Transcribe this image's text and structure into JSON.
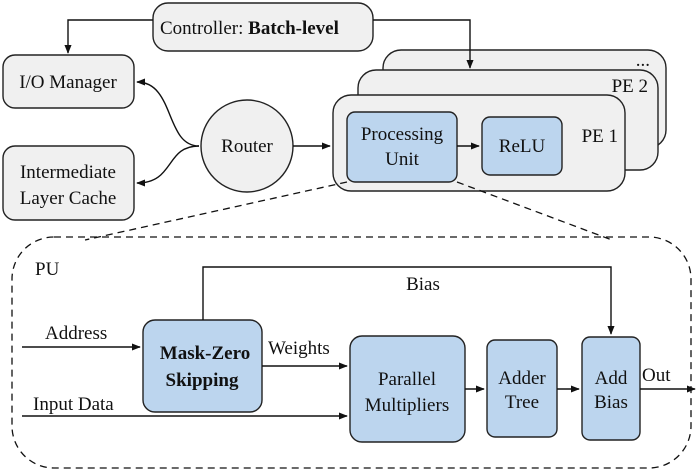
{
  "controller": {
    "prefix": "Controller: ",
    "mode": "Batch-level"
  },
  "io_manager": "I/O Manager",
  "cache": {
    "line1": "Intermediate",
    "line2": "Layer Cache"
  },
  "router": "Router",
  "pe_more": "...",
  "pe2": "PE 2",
  "pe1": "PE 1",
  "processing_unit": {
    "line1": "Processing",
    "line2": "Unit"
  },
  "relu": "ReLU",
  "pu_label": "PU",
  "bias_label": "Bias",
  "address_label": "Address",
  "input_data_label": "Input Data",
  "weights_label": "Weights",
  "mask_zero": {
    "line1": "Mask-Zero",
    "line2": "Skipping"
  },
  "multipliers": {
    "line1": "Parallel",
    "line2": "Multipliers"
  },
  "adder": {
    "line1": "Adder",
    "line2": "Tree"
  },
  "add_bias": {
    "line1": "Add",
    "line2": "Bias"
  },
  "out_label": "Out",
  "colors": {
    "block_fill": "#bcd5ee",
    "module_fill": "#f0f0f0",
    "stroke": "#222222"
  }
}
